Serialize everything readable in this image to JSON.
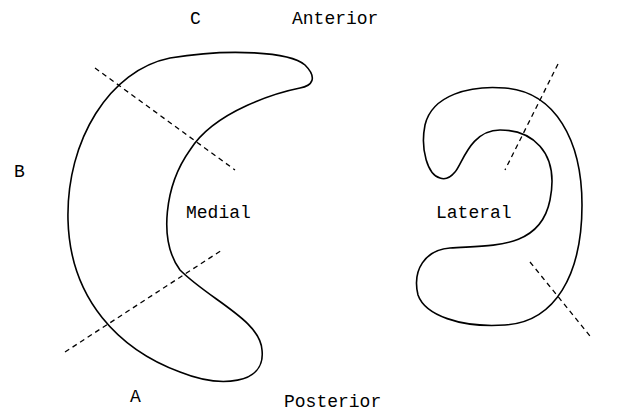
{
  "diagram": {
    "labels": [
      "C",
      "Anterior",
      "B",
      "Medial",
      "Lateral",
      "A",
      "Posterior"
    ]
  }
}
